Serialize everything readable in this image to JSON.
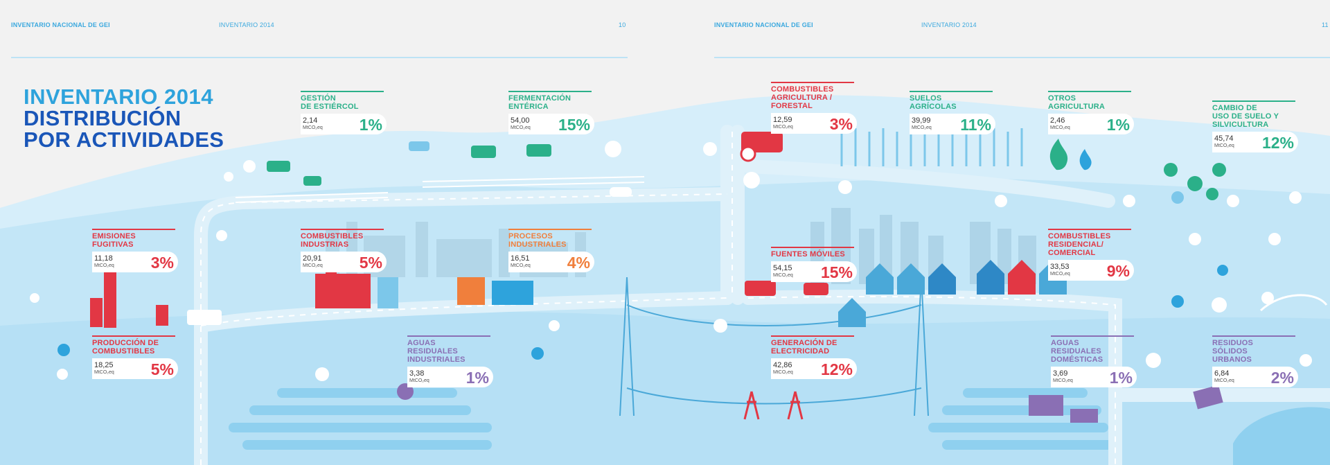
{
  "header": {
    "left_org": "INVENTARIO NACIONAL DE GEI",
    "left_year": "INVENTARIO 2014",
    "left_page": "10",
    "right_org": "INVENTARIO NACIONAL DE GEI",
    "right_year": "INVENTARIO 2014",
    "right_page": "11"
  },
  "title": {
    "line1": "INVENTARIO 2014",
    "line2": "DISTRIBUCIÓN",
    "line3": "POR ACTIVIDADES"
  },
  "unit": "MtCO₂eq",
  "colors": {
    "red": "#e23744",
    "green": "#2bb089",
    "orange": "#f07f3c",
    "purple": "#8a6fb4",
    "light_blue": "#bfe4f6",
    "mid_blue": "#8fd0ef",
    "road": "#dff1fa"
  },
  "activities": [
    {
      "id": "emisiones-fugitivas",
      "name_lines": [
        "EMISIONES",
        "FUGITIVAS"
      ],
      "value": "11,18",
      "percent": "3%",
      "color": "#e23744"
    },
    {
      "id": "produccion-combustibles",
      "name_lines": [
        "PRODUCCIÓN DE",
        "COMBUSTIBLES"
      ],
      "value": "18,25",
      "percent": "5%",
      "color": "#e23744"
    },
    {
      "id": "gestion-estiercol",
      "name_lines": [
        "GESTIÓN",
        "DE ESTIÉRCOL"
      ],
      "value": "2,14",
      "percent": "1%",
      "color": "#2bb089"
    },
    {
      "id": "fermentacion-enterica",
      "name_lines": [
        "FERMENTACIÓN",
        "ENTÉRICA"
      ],
      "value": "54,00",
      "percent": "15%",
      "color": "#2bb089"
    },
    {
      "id": "combustibles-industrias",
      "name_lines": [
        "COMBUSTIBLES",
        "INDUSTRIAS"
      ],
      "value": "20,91",
      "percent": "5%",
      "color": "#e23744"
    },
    {
      "id": "procesos-industriales",
      "name_lines": [
        "PROCESOS",
        "INDUSTRIALES"
      ],
      "value": "16,51",
      "percent": "4%",
      "color": "#f07f3c"
    },
    {
      "id": "aguas-residuales-industriales",
      "name_lines": [
        "AGUAS",
        "RESIDUALES",
        "INDUSTRIALES"
      ],
      "value": "3,38",
      "percent": "1%",
      "color": "#8a6fb4"
    },
    {
      "id": "combustibles-agricultura-forestal",
      "name_lines": [
        "COMBUSTIBLES",
        "AGRICULTURA /",
        "FORESTAL"
      ],
      "value": "12,59",
      "percent": "3%",
      "color": "#e23744"
    },
    {
      "id": "suelos-agricolas",
      "name_lines": [
        "SUELOS",
        "AGRÍCOLAS"
      ],
      "value": "39,99",
      "percent": "11%",
      "color": "#2bb089"
    },
    {
      "id": "otros-agricultura",
      "name_lines": [
        "OTROS",
        "AGRICULTURA"
      ],
      "value": "2,46",
      "percent": "1%",
      "color": "#2bb089"
    },
    {
      "id": "cambio-uso-suelo",
      "name_lines": [
        "CAMBIO DE",
        "USO DE SUELO Y",
        "SILVICULTURA"
      ],
      "value": "45,74",
      "percent": "12%",
      "color": "#2bb089"
    },
    {
      "id": "fuentes-moviles",
      "name_lines": [
        "FUENTES MÓVILES"
      ],
      "value": "54,15",
      "percent": "15%",
      "color": "#e23744"
    },
    {
      "id": "combustibles-residencial",
      "name_lines": [
        "COMBUSTIBLES",
        "RESIDENCIAL/",
        "COMERCIAL"
      ],
      "value": "33,53",
      "percent": "9%",
      "color": "#e23744"
    },
    {
      "id": "generacion-electricidad",
      "name_lines": [
        "GENERACIÓN DE",
        "ELECTRICIDAD"
      ],
      "value": "42,86",
      "percent": "12%",
      "color": "#e23744"
    },
    {
      "id": "aguas-residuales-domesticas",
      "name_lines": [
        "AGUAS",
        "RESIDUALES",
        "DOMÉSTICAS"
      ],
      "value": "3,69",
      "percent": "1%",
      "color": "#8a6fb4"
    },
    {
      "id": "residuos-solidos",
      "name_lines": [
        "RESIDUOS",
        "SÓLIDOS",
        "URBANOS"
      ],
      "value": "6,84",
      "percent": "2%",
      "color": "#8a6fb4"
    }
  ]
}
